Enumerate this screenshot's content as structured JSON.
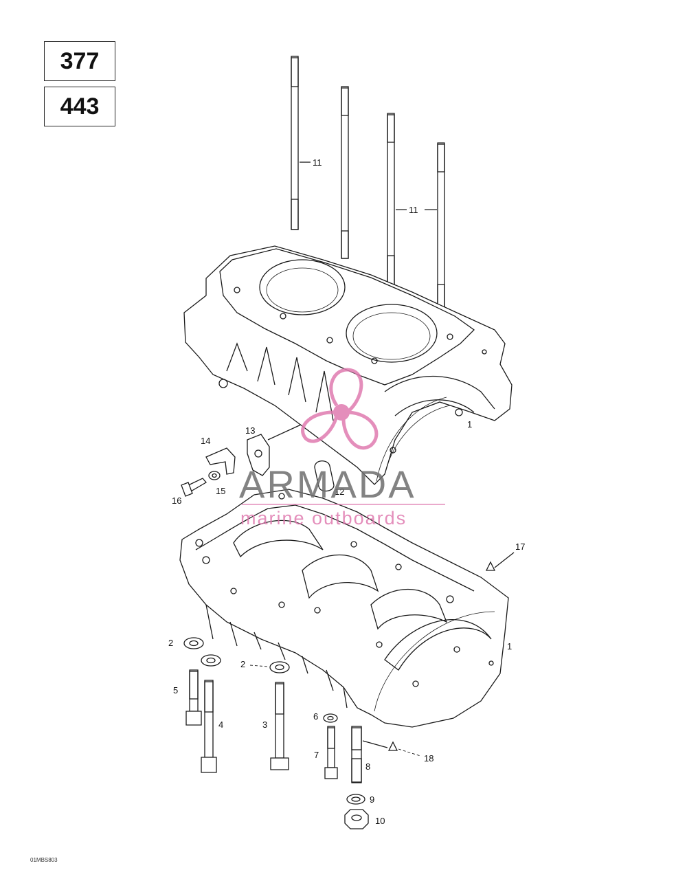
{
  "model_codes": [
    "377",
    "443"
  ],
  "drawing_code": "01MBS803",
  "watermark": {
    "brand": "ARMADA",
    "tagline": "marine outboards",
    "brand_color": "#6e6e6e",
    "accent_color": "#e07bb0"
  },
  "callouts": [
    {
      "id": "c11a",
      "label": "11"
    },
    {
      "id": "c11b",
      "label": "11"
    },
    {
      "id": "c1a",
      "label": "1"
    },
    {
      "id": "c13",
      "label": "13"
    },
    {
      "id": "c14",
      "label": "14"
    },
    {
      "id": "c15",
      "label": "15"
    },
    {
      "id": "c16",
      "label": "16"
    },
    {
      "id": "c12",
      "label": "12"
    },
    {
      "id": "c17",
      "label": "17"
    },
    {
      "id": "c1b",
      "label": "1"
    },
    {
      "id": "c2a",
      "label": "2"
    },
    {
      "id": "c2b",
      "label": "2"
    },
    {
      "id": "c5",
      "label": "5"
    },
    {
      "id": "c4",
      "label": "4"
    },
    {
      "id": "c3",
      "label": "3"
    },
    {
      "id": "c6",
      "label": "6"
    },
    {
      "id": "c7",
      "label": "7"
    },
    {
      "id": "c8",
      "label": "8"
    },
    {
      "id": "c18",
      "label": "18"
    },
    {
      "id": "c9",
      "label": "9"
    },
    {
      "id": "c10",
      "label": "10"
    }
  ]
}
